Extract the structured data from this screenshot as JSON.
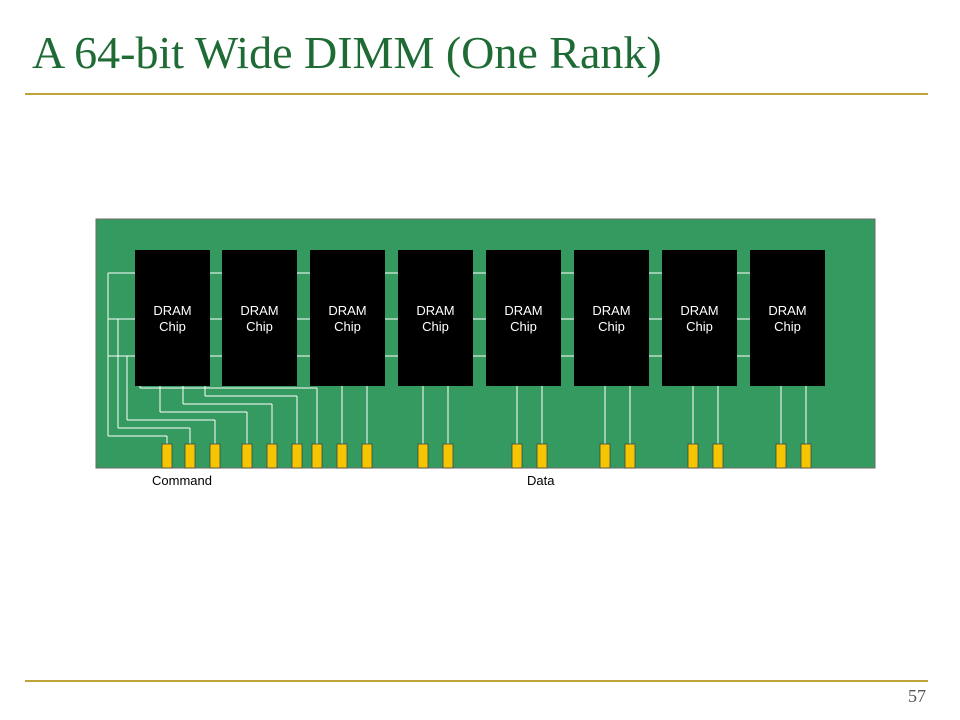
{
  "slide": {
    "title": "A 64-bit Wide DIMM (One Rank)",
    "page_number": "57"
  },
  "diagram": {
    "board_color": "#359a5f",
    "chip_color": "#000000",
    "pin_color": "#f4c500",
    "trace_color": "#ffffff",
    "chips": [
      {
        "line1": "DRAM",
        "line2": "Chip"
      },
      {
        "line1": "DRAM",
        "line2": "Chip"
      },
      {
        "line1": "DRAM",
        "line2": "Chip"
      },
      {
        "line1": "DRAM",
        "line2": "Chip"
      },
      {
        "line1": "DRAM",
        "line2": "Chip"
      },
      {
        "line1": "DRAM",
        "line2": "Chip"
      },
      {
        "line1": "DRAM",
        "line2": "Chip"
      },
      {
        "line1": "DRAM",
        "line2": "Chip"
      }
    ],
    "command_label": "Command",
    "data_label": "Data"
  }
}
